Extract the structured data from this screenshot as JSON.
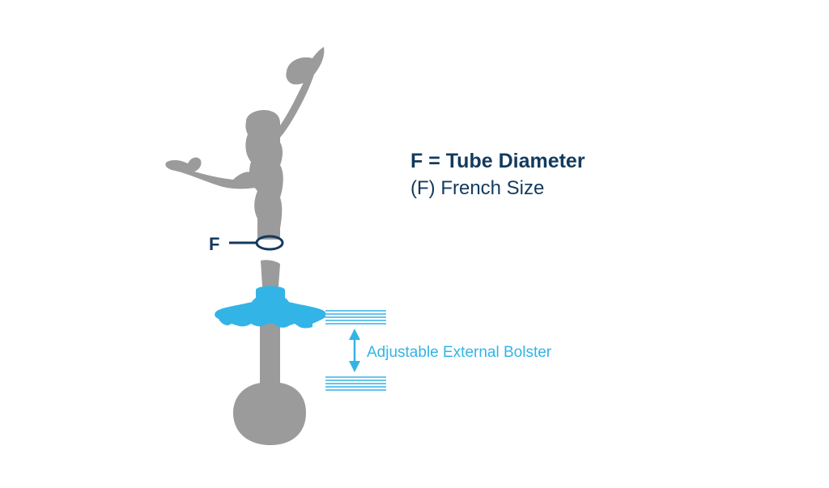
{
  "labels": {
    "f_marker": "F",
    "title": "F = Tube Diameter",
    "subtitle": "(F) French Size",
    "bolster_label": "Adjustable External Bolster"
  },
  "colors": {
    "tube_gray": "#9b9b9b",
    "navy": "#133a5e",
    "bolster_blue": "#33b4e6",
    "background": "#ffffff"
  }
}
